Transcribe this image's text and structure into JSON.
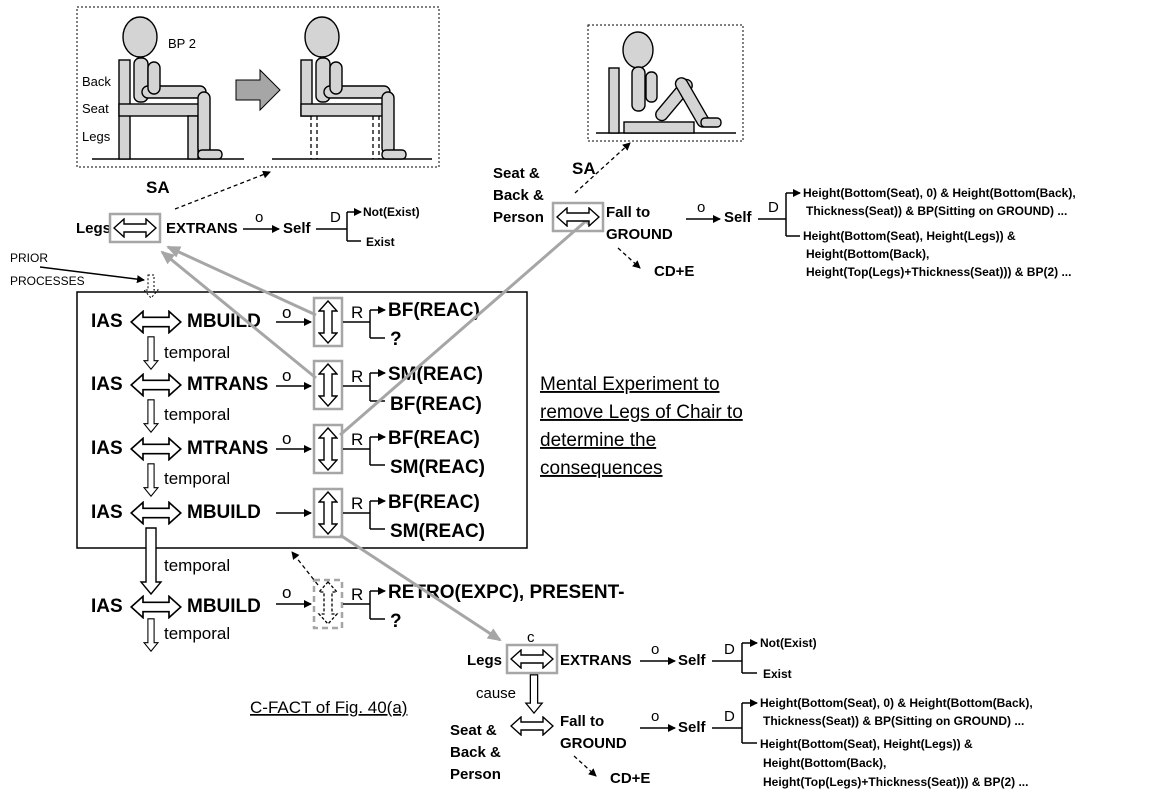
{
  "illustration": {
    "label_bp2": "BP 2",
    "label_back": "Back",
    "label_seat": "Seat",
    "label_legs": "Legs",
    "label_sa_left": "SA",
    "label_sa_right": "SA"
  },
  "top_left_chain": {
    "legs": "Legs",
    "extrans": "EXTRANS",
    "o": "o",
    "self": "Self",
    "d": "D",
    "not_exist": "Not(Exist)",
    "exist": "Exist"
  },
  "prior_processes": [
    "PRIOR",
    "PROCESSES"
  ],
  "top_right_chain": {
    "subject": [
      "Seat &",
      "Back &",
      "Person"
    ],
    "fall": [
      "Fall to",
      "GROUND"
    ],
    "o": "o",
    "self": "Self",
    "d": "D",
    "cde": "CD+E",
    "branch1": [
      "Height(Bottom(Seat), 0) & Height(Bottom(Back),",
      "Thickness(Seat)) & BP(Sitting on GROUND) ..."
    ],
    "branch2": [
      "Height(Bottom(Seat), Height(Legs)) &",
      "Height(Bottom(Back),",
      "Height(Top(Legs)+Thickness(Seat))) & BP(2)  ..."
    ]
  },
  "ias_rows": [
    {
      "ias": "IAS",
      "action": "MBUILD",
      "o": "o",
      "r": "R",
      "top": "BF(REAC)",
      "bottom": "?"
    },
    {
      "ias": "IAS",
      "action": "MTRANS",
      "o": "o",
      "r": "R",
      "top": "SM(REAC)",
      "bottom": "BF(REAC)"
    },
    {
      "ias": "IAS",
      "action": "MTRANS",
      "o": "o",
      "r": "R",
      "top": "BF(REAC)",
      "bottom": "SM(REAC)"
    },
    {
      "ias": "IAS",
      "action": "MBUILD",
      "o": "",
      "r": "R",
      "top": "BF(REAC)",
      "bottom": "SM(REAC)"
    },
    {
      "ias": "IAS",
      "action": "MBUILD",
      "o": "o",
      "r": "R",
      "top": "RETRO(EXPC), PRESENT-",
      "bottom": "?"
    }
  ],
  "temporal_labels": [
    "temporal",
    "temporal",
    "temporal",
    "temporal",
    "temporal"
  ],
  "mental_experiment": [
    "Mental Experiment to",
    "remove Legs of Chair to",
    "determine the",
    "consequences"
  ],
  "cfact_caption": "C-FACT of Fig. 40(a)",
  "bottom_chain": {
    "c": "c",
    "legs": "Legs",
    "extrans": "EXTRANS",
    "o1": "o",
    "self1": "Self",
    "d1": "D",
    "not_exist": "Not(Exist)",
    "exist": "Exist",
    "cause": "cause",
    "subject": [
      "Seat &",
      "Back &",
      "Person"
    ],
    "fall": [
      "Fall to",
      "GROUND"
    ],
    "o2": "o",
    "self2": "Self",
    "d2": "D",
    "cde": "CD+E",
    "branch1": [
      "Height(Bottom(Seat), 0) & Height(Bottom(Back),",
      "Thickness(Seat)) & BP(Sitting on GROUND) ..."
    ],
    "branch2": [
      "Height(Bottom(Seat), Height(Legs)) &",
      "Height(Bottom(Back),",
      "Height(Top(Legs)+Thickness(Seat))) & BP(2)  ..."
    ]
  },
  "colors": {
    "gray_arrow": "#a6a6a6",
    "figure_fill": "#d4d4d4",
    "text": "#000000"
  }
}
